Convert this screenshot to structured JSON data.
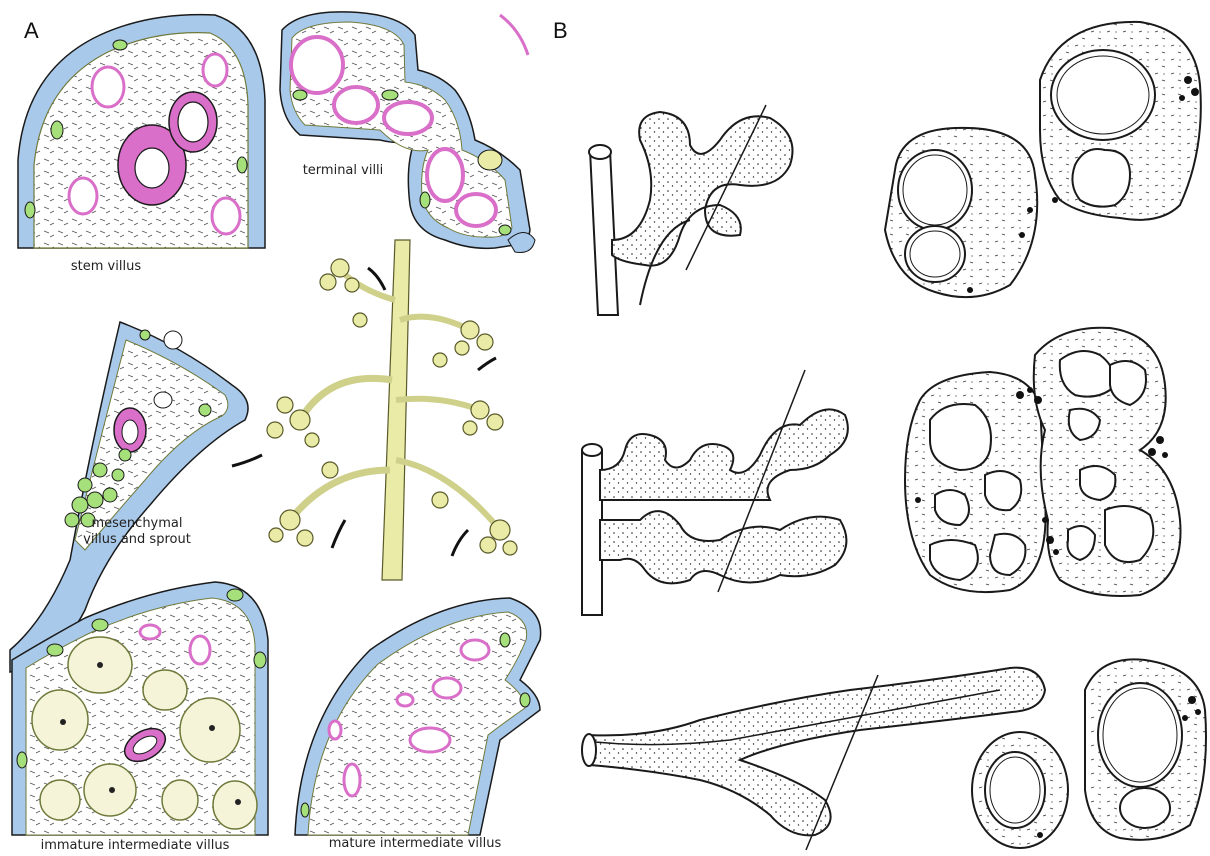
{
  "panels": {
    "a_letter": "A",
    "b_letter": "B"
  },
  "captions": {
    "stem_villus": "stem villus",
    "terminal_villi": "terminal villi",
    "mesenchymal_line1": "mesenchymal",
    "mesenchymal_line2": "villus and sprout",
    "immature_intermediate": "immature intermediate villus",
    "mature_intermediate": "mature intermediate villus"
  },
  "colors": {
    "trophoblast_blue": "#a9c9ea",
    "stroma_white": "#ffffff",
    "vessel_magenta": "#d96fc9",
    "cell_green": "#a6e07a",
    "tree_yellow": "#e9eba7",
    "ink": "#1a1a1a"
  }
}
